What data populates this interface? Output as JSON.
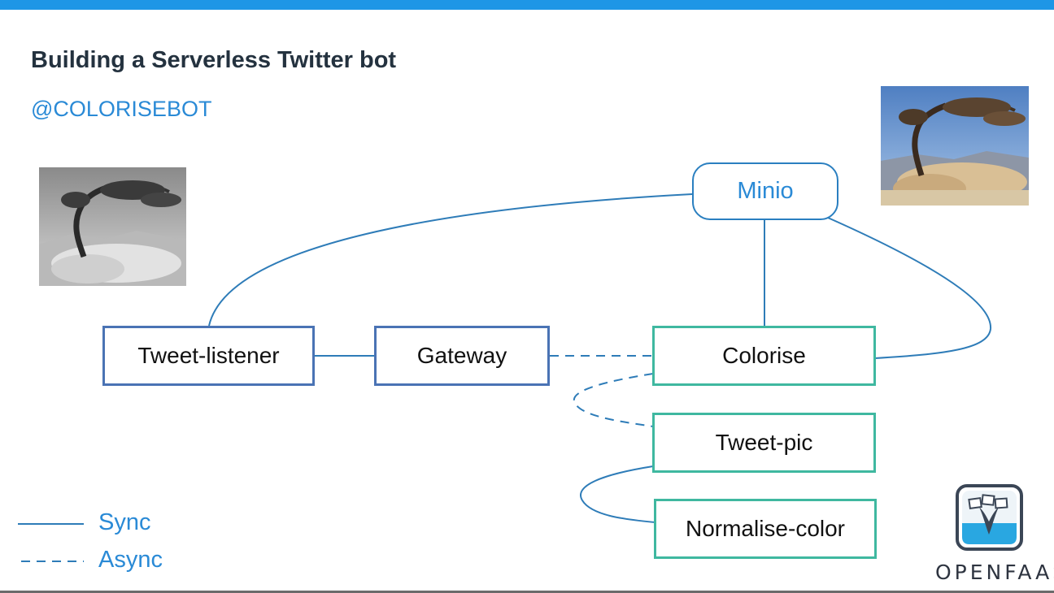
{
  "header": {
    "title": "Building a Serverless Twitter bot",
    "subtitle": "@COLORISEBOT"
  },
  "nodes": {
    "minio": "Minio",
    "tweet_listener": "Tweet-listener",
    "gateway": "Gateway",
    "colorise": "Colorise",
    "tweet_pic": "Tweet-pic",
    "normalise_color": "Normalise-color"
  },
  "legend": {
    "sync": "Sync",
    "async": "Async"
  },
  "logo": {
    "text": "OPENFAAS"
  },
  "images": {
    "before": "black-and-white-tree-photo",
    "after": "colorised-tree-photo"
  },
  "colors": {
    "accent": "#1e96e6",
    "link_blue": "#2a8ad6",
    "node_blue_border": "#4a73b4",
    "node_teal_border": "#3fb8a0",
    "wire": "#2e7cb8"
  }
}
